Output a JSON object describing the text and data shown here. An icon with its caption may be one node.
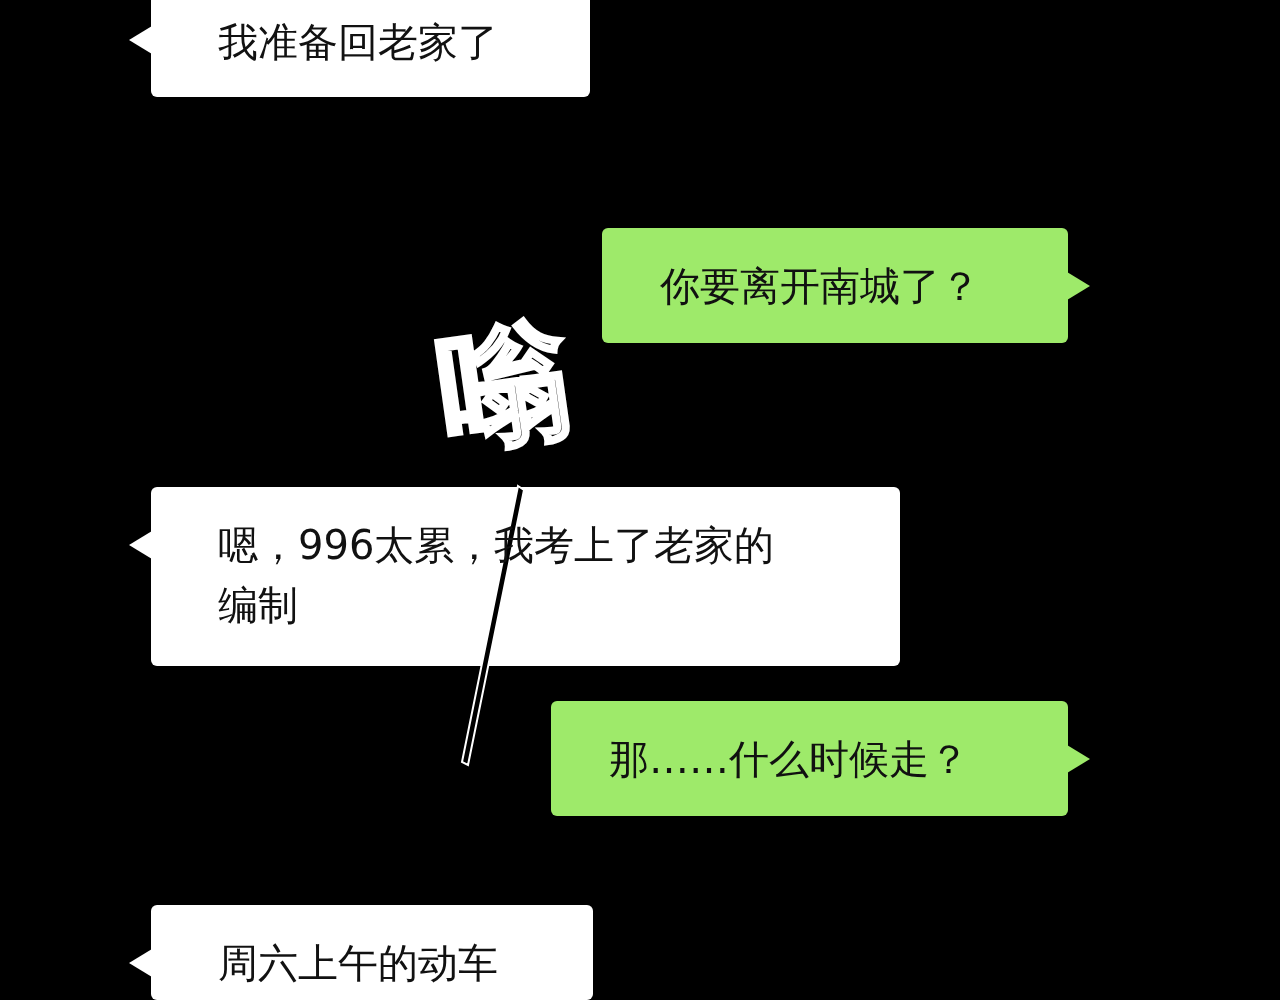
{
  "diagram": {
    "nodes": [
      {
        "text": [
          "我准备回老家了"
        ]
      },
      {
        "text": [
          "你要离开南城了？"
        ]
      },
      {
        "text": [
          "嗯，996太累，我考上了老家的编制"
        ]
      },
      {
        "text": [
          "那……什么时候走？"
        ]
      },
      {
        "text": [
          "周六上午的动车"
        ]
      },
      {
        "text": [],
        "shape": "bar"
      }
    ],
    "labels": [
      "嗡"
    ]
  }
}
